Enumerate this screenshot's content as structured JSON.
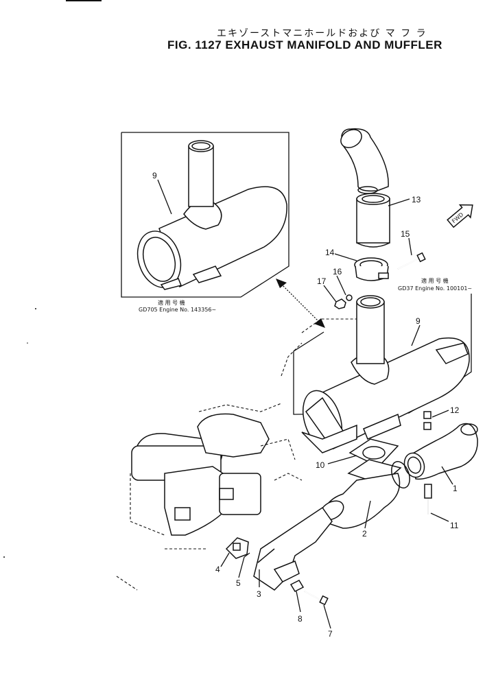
{
  "title": {
    "japanese": "エキゾーストマニホールドおよび マ フ ラ",
    "english": "FIG. 1127 EXHAUST MANIFOLD AND MUFFLER"
  },
  "inset_left": {
    "applicability_label": "適 用 号 機",
    "engine_line": "GD705 Engine No. 143356~"
  },
  "inset_right": {
    "applicability_label": "適 用 号 機",
    "engine_line": "GD37 Engine No. 100101~"
  },
  "fwd_symbol": "FWD",
  "callouts": {
    "c1": "1",
    "c2": "2",
    "c3": "3",
    "c4": "4",
    "c5": "5",
    "c7": "7",
    "c8": "8",
    "c9a": "9",
    "c9b": "9",
    "c10": "10",
    "c11": "11",
    "c12": "12",
    "c13": "13",
    "c14": "14",
    "c15": "15",
    "c16": "16",
    "c17": "17"
  }
}
